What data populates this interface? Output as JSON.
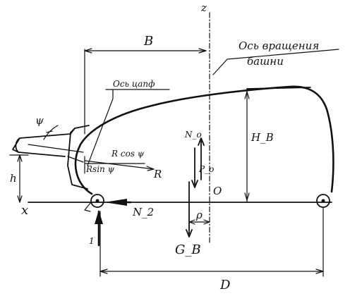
{
  "labels": {
    "z": "z",
    "x": "x",
    "B": "В",
    "D": "D",
    "turret_axis_line1": "Ось вращения",
    "turret_axis_line2": "башни",
    "trunnion_axis": "Ось цапф",
    "psi": "ψ",
    "h": "h",
    "r_cos": "R cos ψ",
    "r_sin": "Rsin ψ",
    "R": "R",
    "H_B": "H_B",
    "N_o": "N_o",
    "P_o": "P_o",
    "O": "O",
    "N_2": "N_2",
    "rho": "ρ",
    "G_B": "G_B",
    "one": "1"
  },
  "colors": {
    "ink": "#111111",
    "paper": "#ffffff"
  }
}
